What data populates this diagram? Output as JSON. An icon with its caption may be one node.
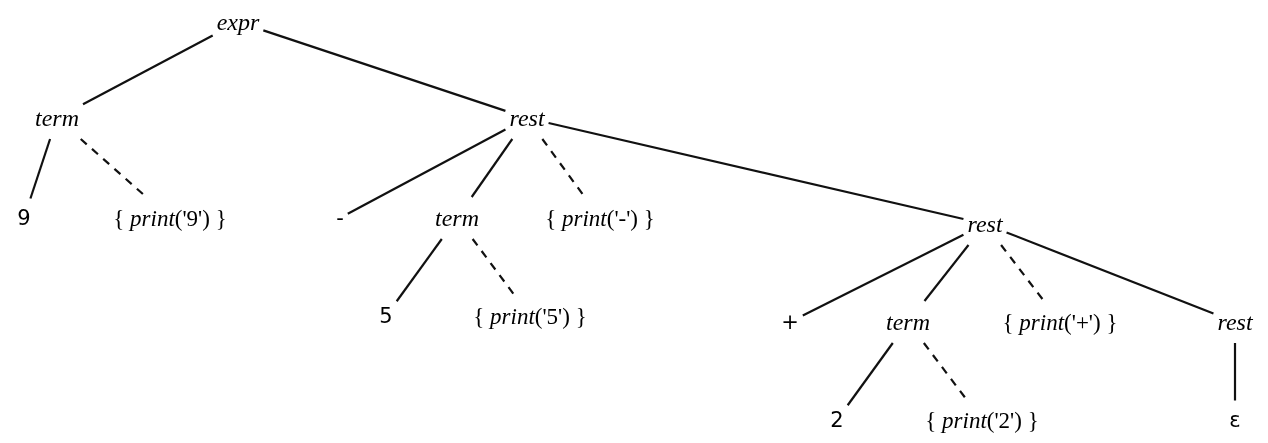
{
  "diagram": {
    "nodes": [
      {
        "text": [
          "expr"
        ]
      },
      {
        "text": [
          "term"
        ]
      },
      {
        "text": [
          "rest"
        ]
      },
      {
        "text": [
          "9"
        ]
      },
      {
        "text": [
          "{ *print*('9') }"
        ]
      },
      {
        "text": [
          "-"
        ]
      },
      {
        "text": [
          "term"
        ]
      },
      {
        "text": [
          "{ *print*('-') }"
        ]
      },
      {
        "text": [
          "rest"
        ]
      },
      {
        "text": [
          "5"
        ]
      },
      {
        "text": [
          "{ *print*('5') }"
        ]
      },
      {
        "text": [
          "+"
        ]
      },
      {
        "text": [
          "term"
        ]
      },
      {
        "text": [
          "{ *print*('+') }"
        ]
      },
      {
        "text": [
          "rest"
        ]
      },
      {
        "text": [
          "2"
        ]
      },
      {
        "text": [
          "{ *print*('2') }"
        ]
      },
      {
        "text": [
          "ε"
        ]
      }
    ],
    "edges": [
      {
        "from": 0,
        "to": 1,
        "arrow": "none"
      },
      {
        "from": 0,
        "to": 2,
        "arrow": "none"
      },
      {
        "from": 1,
        "to": 3,
        "arrow": "none"
      },
      {
        "from": 1,
        "to": 4,
        "arrow": "none",
        "style": "dashed"
      },
      {
        "from": 2,
        "to": 5,
        "arrow": "none"
      },
      {
        "from": 2,
        "to": 6,
        "arrow": "none"
      },
      {
        "from": 2,
        "to": 7,
        "arrow": "none",
        "style": "dashed"
      },
      {
        "from": 2,
        "to": 8,
        "arrow": "none"
      },
      {
        "from": 6,
        "to": 9,
        "arrow": "none"
      },
      {
        "from": 6,
        "to": 10,
        "arrow": "none",
        "style": "dashed"
      },
      {
        "from": 8,
        "to": 11,
        "arrow": "none"
      },
      {
        "from": 8,
        "to": 12,
        "arrow": "none"
      },
      {
        "from": 8,
        "to": 13,
        "arrow": "none",
        "style": "dashed"
      },
      {
        "from": 8,
        "to": 14,
        "arrow": "none"
      },
      {
        "from": 12,
        "to": 15,
        "arrow": "none"
      },
      {
        "from": 12,
        "to": 16,
        "arrow": "none",
        "style": "dashed"
      },
      {
        "from": 14,
        "to": 17,
        "arrow": "none"
      }
    ]
  }
}
